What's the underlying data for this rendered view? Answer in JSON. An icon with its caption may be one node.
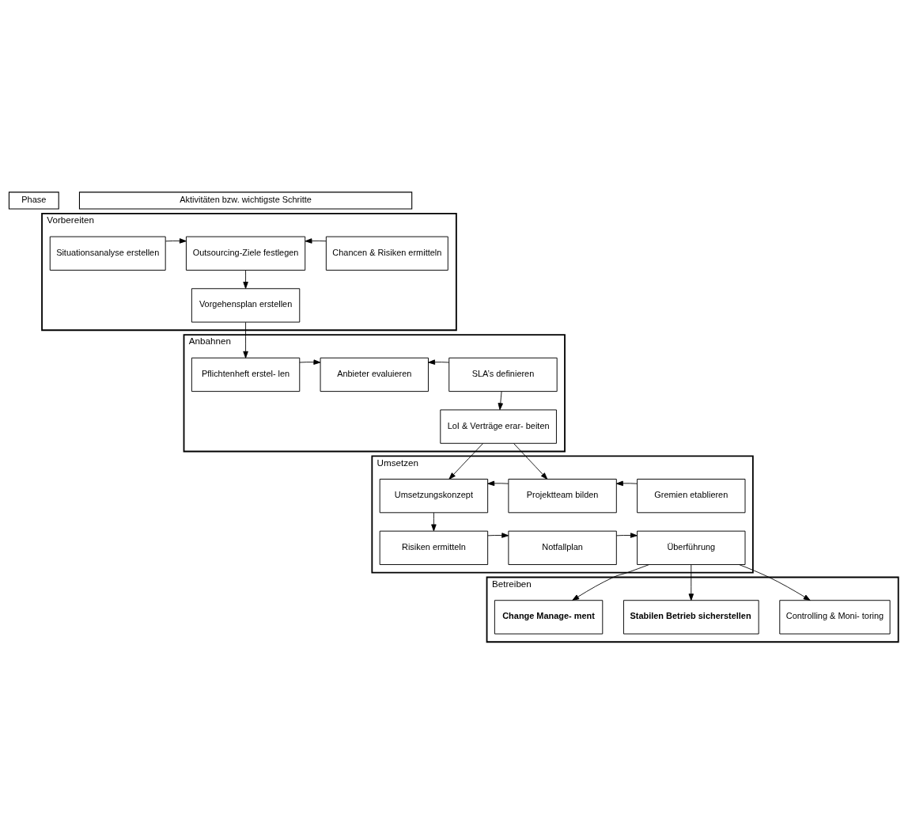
{
  "diagram": {
    "nodes": [
      {
        "text": [
          "Vorbereiten"
        ]
      },
      {
        "text": [
          "Situationsanalyse erstellen"
        ],
        "in": 0
      },
      {
        "text": [
          "Outsourcing-Ziele festlegen"
        ],
        "in": 0
      },
      {
        "text": [
          "Chancen & Risiken ermitteln"
        ],
        "in": 0
      },
      {
        "text": [
          "Vorgehensplan erstellen"
        ],
        "in": 0
      },
      {
        "text": [
          "Anbahnen"
        ]
      },
      {
        "text": [
          "Pflichtenheft erstel- len"
        ],
        "in": 5
      },
      {
        "text": [
          "Anbieter evaluieren"
        ],
        "in": 5
      },
      {
        "text": [
          "SLA’s definieren"
        ],
        "in": 5
      },
      {
        "text": [
          "LoI & Verträge erar- beiten"
        ],
        "in": 5
      },
      {
        "text": [
          "Umsetzen"
        ]
      },
      {
        "text": [
          "Umsetzungskonzept"
        ],
        "in": 10
      },
      {
        "text": [
          "Projektteam bilden"
        ],
        "in": 10
      },
      {
        "text": [
          "Gremien etablieren"
        ],
        "in": 10
      },
      {
        "text": [
          "Risiken ermitteln"
        ],
        "in": 10
      },
      {
        "text": [
          "Notfallplan"
        ],
        "in": 10
      },
      {
        "text": [
          "Überführung"
        ],
        "in": 10
      },
      {
        "text": [
          "Betreiben"
        ]
      },
      {
        "text": [
          "Change Manage- ment"
        ],
        "in": 17
      },
      {
        "text": [
          "Stabilen Betrieb sicherstellen"
        ],
        "in": 17
      },
      {
        "text": [
          "Controlling & Moni- toring"
        ],
        "in": 17
      }
    ],
    "edges": [
      {
        "from": 1,
        "to": 2,
        "arrow": "to"
      },
      {
        "from": 3,
        "to": 2,
        "arrow": "to"
      },
      {
        "from": 2,
        "to": 4,
        "arrow": "to"
      },
      {
        "from": 4,
        "to": 6,
        "arrow": "to"
      },
      {
        "from": 6,
        "to": 7,
        "arrow": "to"
      },
      {
        "from": 8,
        "to": 7,
        "arrow": "to"
      },
      {
        "from": 8,
        "to": 9,
        "arrow": "to"
      },
      {
        "from": 9,
        "to": 11,
        "arrow": "to"
      },
      {
        "from": 9,
        "to": 12,
        "arrow": "to"
      },
      {
        "from": 12,
        "to": 11,
        "arrow": "to"
      },
      {
        "from": 13,
        "to": 12,
        "arrow": "to"
      },
      {
        "from": 11,
        "to": 14,
        "arrow": "to"
      },
      {
        "from": 14,
        "to": 15,
        "arrow": "to"
      },
      {
        "from": 15,
        "to": 16,
        "arrow": "to"
      },
      {
        "from": 16,
        "to": 18,
        "arrow": "to"
      },
      {
        "from": 16,
        "to": 19,
        "arrow": "to"
      },
      {
        "from": 16,
        "to": 20,
        "arrow": "to"
      }
    ],
    "labels": [
      "Phase",
      "Aktivitäten bzw. wichtigste Schritte"
    ]
  }
}
